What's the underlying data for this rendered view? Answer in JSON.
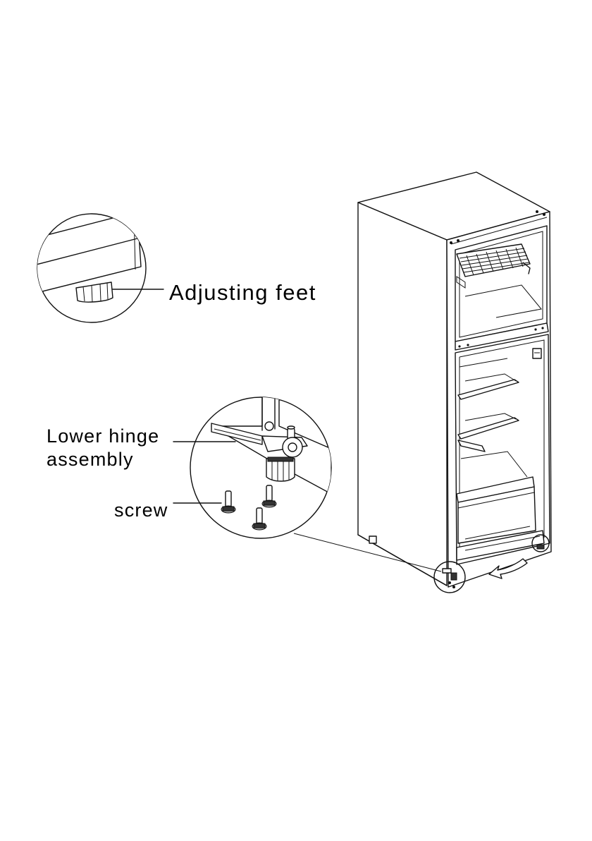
{
  "labels": {
    "adjusting_feet": "Adjusting feet",
    "lower_hinge_line1": "Lower hinge",
    "lower_hinge_line2": "assembly",
    "screw": "screw"
  }
}
